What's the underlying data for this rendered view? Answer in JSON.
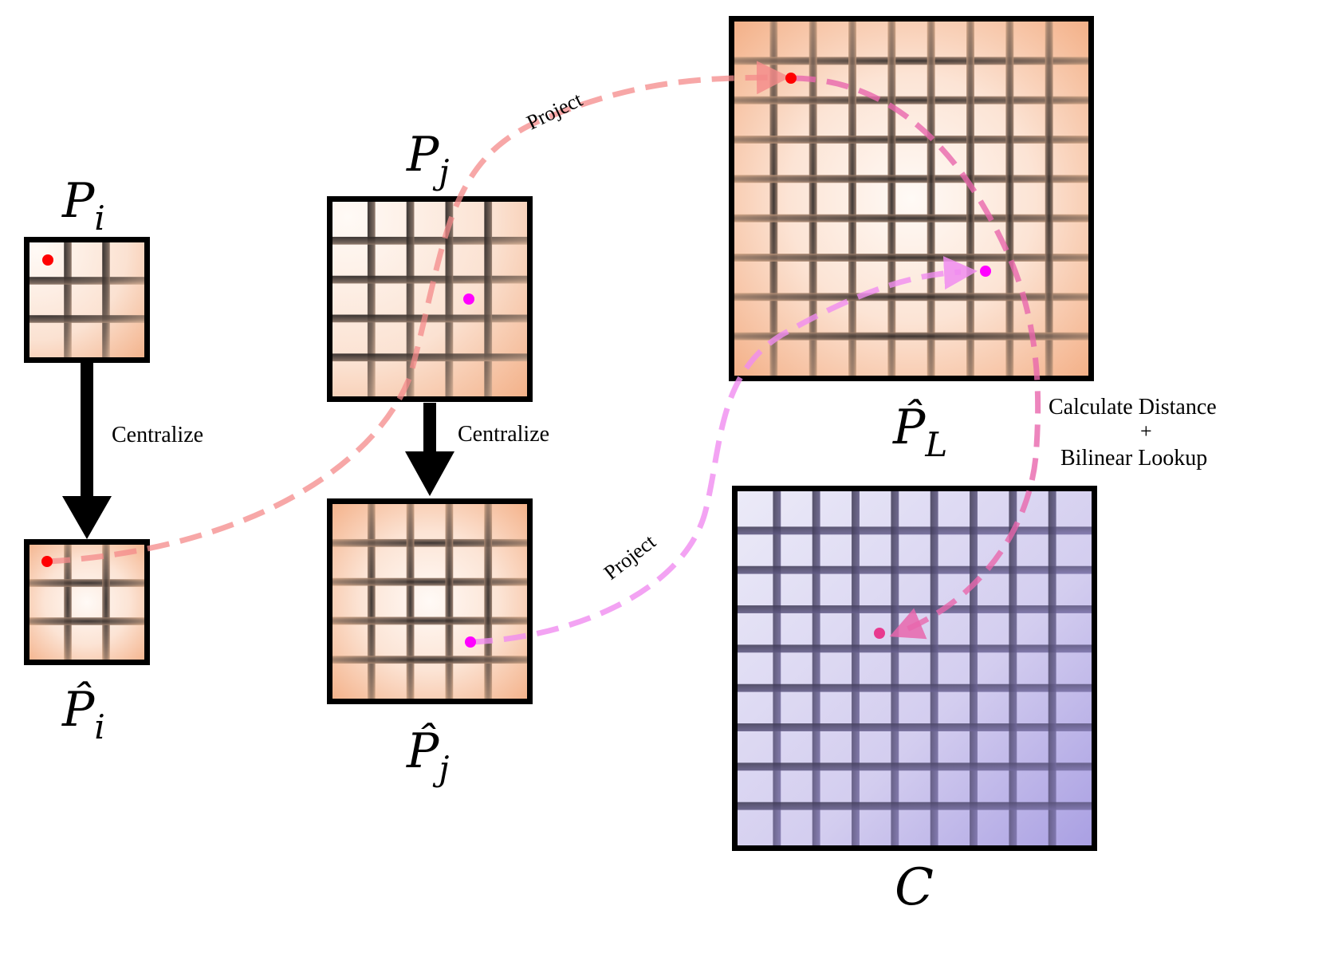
{
  "labels": {
    "p_i": "P",
    "p_i_sub": "i",
    "p_i_hat": "P̂",
    "p_i_hat_sub": "i",
    "p_j": "P",
    "p_j_sub": "j",
    "p_j_hat": "P̂",
    "p_j_hat_sub": "j",
    "p_l_hat": "P̂",
    "p_l_hat_sub": "L",
    "c": "C"
  },
  "annotations": {
    "centralize_left": "Centralize",
    "centralize_mid": "Centralize",
    "project_top": "Project",
    "project_bottom": "Project",
    "calc_distance": "Calculate  Distance",
    "plus": "+",
    "bilinear": "Bilinear  Lookup"
  },
  "grids": {
    "p_i": {
      "cells": 3,
      "style": "corner"
    },
    "p_i_hat": {
      "cells": 3,
      "style": "center"
    },
    "p_j": {
      "cells": 5,
      "style": "corner"
    },
    "p_j_hat": {
      "cells": 5,
      "style": "center"
    },
    "p_l_hat": {
      "cells": 9,
      "style": "center"
    },
    "c": {
      "cells": 9,
      "style": "cost"
    }
  },
  "colors": {
    "peach": "#f2ab80",
    "peach_light": "#fff8f2",
    "lavender": "#b2a8e6",
    "lavender_light": "#eceaf8",
    "red_point": "#ff0000",
    "magenta_point": "#ff00ff",
    "pink_point": "#e83a8f",
    "red_path": "#f48a8a",
    "magenta_path": "#f08cf0",
    "pink_path": "#e866ad"
  }
}
